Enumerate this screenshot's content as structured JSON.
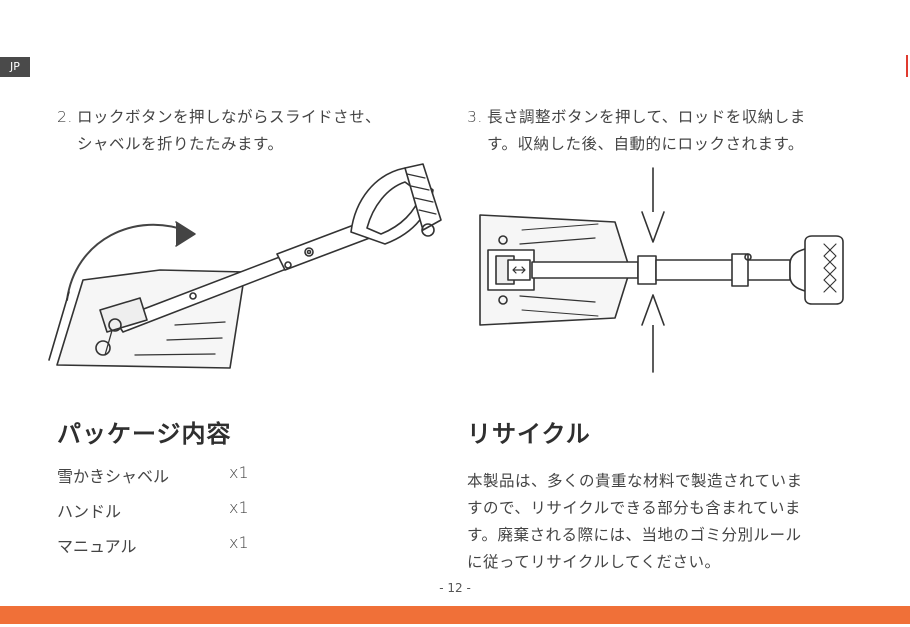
{
  "lang_tag": "JP",
  "step2": {
    "number": "2.",
    "line1": "ロックボタンを押しながらスライドさせ、",
    "line2": "シャベルを折りたたみます。"
  },
  "step3": {
    "number": "3.",
    "line1": "長さ調整ボタンを押して、ロッドを収納しま",
    "line2": "す。収納した後、自動的にロックされます。"
  },
  "package": {
    "title": "パッケージ内容",
    "items": [
      {
        "name": "雪かきシャベル",
        "qty": "x1"
      },
      {
        "name": "ハンドル",
        "qty": "x1"
      },
      {
        "name": "マニュアル",
        "qty": "x1"
      }
    ]
  },
  "recycle": {
    "title": "リサイクル",
    "lines": [
      "本製品は、多くの貴重な材料で製造されていま",
      "すので、リサイクルできる部分も含まれていま",
      "す。廃棄される際には、当地のゴミ分別ルール",
      "に従ってリサイクルしてください。"
    ]
  },
  "page_number": "- 12 -",
  "colors": {
    "accent_bar": "#f07038",
    "tag_bg": "#4a4a4a",
    "right_mark": "#e03a2f"
  }
}
